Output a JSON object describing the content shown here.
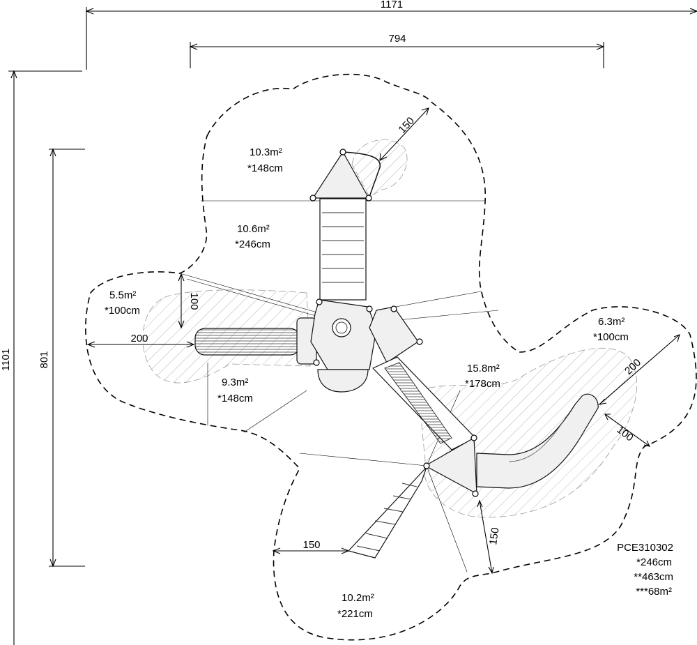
{
  "dimensions": {
    "overall_width": "1171",
    "equipment_width": "794",
    "overall_height": "1101",
    "equipment_height": "801"
  },
  "clearances": {
    "top_150": "150",
    "left_100": "100",
    "left_200": "200",
    "right_200": "200",
    "right_100": "100",
    "slide_150": "150",
    "ladder_150": "150"
  },
  "zones": [
    {
      "area": "10.3m²",
      "height": "*148cm"
    },
    {
      "area": "10.6m²",
      "height": "*246cm"
    },
    {
      "area": "5.5m²",
      "height": "*100cm"
    },
    {
      "area": "9.3m²",
      "height": "*148cm"
    },
    {
      "area": "15.8m²",
      "height": "*178cm"
    },
    {
      "area": "6.3m²",
      "height": "*100cm"
    },
    {
      "area": "10.2m²",
      "height": "*221cm"
    }
  ],
  "product": {
    "code": "PCE310302",
    "platform_height": "*246cm",
    "total_height": "**463cm",
    "safety_area": "***68m²"
  }
}
